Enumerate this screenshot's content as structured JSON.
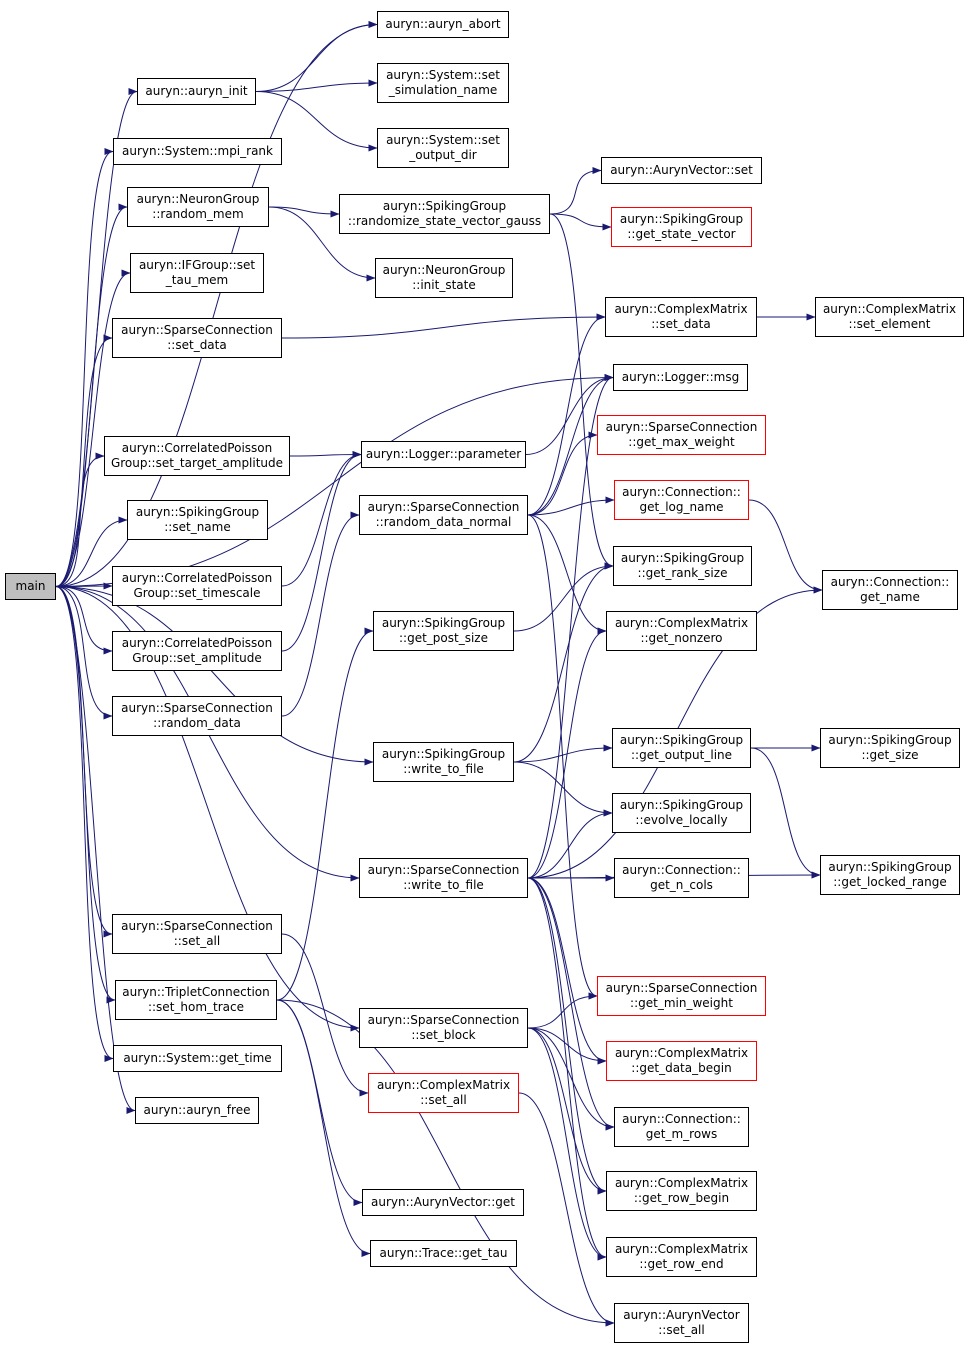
{
  "colors": {
    "edge": "#191970",
    "border": "#000000",
    "external_border": "#ff0000",
    "root_fill": "#bfbfbf"
  },
  "nodes": [
    {
      "id": "main",
      "lines": [
        "main"
      ],
      "style": "root"
    },
    {
      "id": "auryn_abort",
      "lines": [
        "auryn::auryn_abort"
      ]
    },
    {
      "id": "auryn_init",
      "lines": [
        "auryn::auryn_init"
      ]
    },
    {
      "id": "sys_set_sim_name",
      "lines": [
        "auryn::System::set",
        "_simulation_name"
      ]
    },
    {
      "id": "sys_set_output_dir",
      "lines": [
        "auryn::System::set",
        "_output_dir"
      ]
    },
    {
      "id": "sys_mpi_rank",
      "lines": [
        "auryn::System::mpi_rank"
      ]
    },
    {
      "id": "ng_random_mem",
      "lines": [
        "auryn::NeuronGroup",
        "::random_mem"
      ]
    },
    {
      "id": "sg_randomize_state",
      "lines": [
        "auryn::SpikingGroup",
        "::randomize_state_vector_gauss"
      ]
    },
    {
      "id": "av_set",
      "lines": [
        "auryn::AurynVector::set"
      ]
    },
    {
      "id": "sg_get_state_vector",
      "lines": [
        "auryn::SpikingGroup",
        "::get_state_vector"
      ],
      "style": "red"
    },
    {
      "id": "ng_init_state",
      "lines": [
        "auryn::NeuronGroup",
        "::init_state"
      ]
    },
    {
      "id": "if_set_tau_mem",
      "lines": [
        "auryn::IFGroup::set",
        "_tau_mem"
      ]
    },
    {
      "id": "sc_set_data",
      "lines": [
        "auryn::SparseConnection",
        "::set_data"
      ]
    },
    {
      "id": "cm_set_data",
      "lines": [
        "auryn::ComplexMatrix",
        "::set_data"
      ]
    },
    {
      "id": "cm_set_element",
      "lines": [
        "auryn::ComplexMatrix",
        "::set_element"
      ]
    },
    {
      "id": "logger_msg",
      "lines": [
        "auryn::Logger::msg"
      ]
    },
    {
      "id": "cpg_set_target_amp",
      "lines": [
        "auryn::CorrelatedPoisson",
        "Group::set_target_amplitude"
      ]
    },
    {
      "id": "logger_parameter",
      "lines": [
        "auryn::Logger::parameter"
      ]
    },
    {
      "id": "sc_get_max_weight",
      "lines": [
        "auryn::SparseConnection",
        "::get_max_weight"
      ],
      "style": "red"
    },
    {
      "id": "sg_set_name",
      "lines": [
        "auryn::SpikingGroup",
        "::set_name"
      ]
    },
    {
      "id": "sc_random_data_normal",
      "lines": [
        "auryn::SparseConnection",
        "::random_data_normal"
      ]
    },
    {
      "id": "conn_get_log_name",
      "lines": [
        "auryn::Connection::",
        "get_log_name"
      ],
      "style": "red"
    },
    {
      "id": "cpg_set_timescale",
      "lines": [
        "auryn::CorrelatedPoisson",
        "Group::set_timescale"
      ]
    },
    {
      "id": "sg_get_rank_size",
      "lines": [
        "auryn::SpikingGroup",
        "::get_rank_size"
      ]
    },
    {
      "id": "conn_get_name",
      "lines": [
        "auryn::Connection::",
        "get_name"
      ]
    },
    {
      "id": "sg_get_post_size",
      "lines": [
        "auryn::SpikingGroup",
        "::get_post_size"
      ]
    },
    {
      "id": "cm_get_nonzero",
      "lines": [
        "auryn::ComplexMatrix",
        "::get_nonzero"
      ]
    },
    {
      "id": "cpg_set_amplitude",
      "lines": [
        "auryn::CorrelatedPoisson",
        "Group::set_amplitude"
      ]
    },
    {
      "id": "sc_random_data",
      "lines": [
        "auryn::SparseConnection",
        "::random_data"
      ]
    },
    {
      "id": "sg_get_output_line",
      "lines": [
        "auryn::SpikingGroup",
        "::get_output_line"
      ]
    },
    {
      "id": "sg_get_size",
      "lines": [
        "auryn::SpikingGroup",
        "::get_size"
      ]
    },
    {
      "id": "sg_write_to_file",
      "lines": [
        "auryn::SpikingGroup",
        "::write_to_file"
      ]
    },
    {
      "id": "sg_evolve_locally",
      "lines": [
        "auryn::SpikingGroup",
        "::evolve_locally"
      ]
    },
    {
      "id": "sc_write_to_file",
      "lines": [
        "auryn::SparseConnection",
        "::write_to_file"
      ]
    },
    {
      "id": "conn_get_n_cols",
      "lines": [
        "auryn::Connection::",
        "get_n_cols"
      ]
    },
    {
      "id": "sg_get_locked_range",
      "lines": [
        "auryn::SpikingGroup",
        "::get_locked_range"
      ]
    },
    {
      "id": "sc_set_all",
      "lines": [
        "auryn::SparseConnection",
        "::set_all"
      ]
    },
    {
      "id": "tc_set_hom_trace",
      "lines": [
        "auryn::TripletConnection",
        "::set_hom_trace"
      ]
    },
    {
      "id": "sc_get_min_weight",
      "lines": [
        "auryn::SparseConnection",
        "::get_min_weight"
      ],
      "style": "red"
    },
    {
      "id": "sc_set_block",
      "lines": [
        "auryn::SparseConnection",
        "::set_block"
      ]
    },
    {
      "id": "cm_get_data_begin",
      "lines": [
        "auryn::ComplexMatrix",
        "::get_data_begin"
      ],
      "style": "red"
    },
    {
      "id": "sys_get_time",
      "lines": [
        "auryn::System::get_time"
      ]
    },
    {
      "id": "cm_set_all",
      "lines": [
        "auryn::ComplexMatrix",
        "::set_all"
      ],
      "style": "red"
    },
    {
      "id": "auryn_free",
      "lines": [
        "auryn::auryn_free"
      ]
    },
    {
      "id": "conn_get_m_rows",
      "lines": [
        "auryn::Connection::",
        "get_m_rows"
      ]
    },
    {
      "id": "cm_get_row_begin",
      "lines": [
        "auryn::ComplexMatrix",
        "::get_row_begin"
      ]
    },
    {
      "id": "av_get",
      "lines": [
        "auryn::AurynVector::get"
      ]
    },
    {
      "id": "cm_get_row_end",
      "lines": [
        "auryn::ComplexMatrix",
        "::get_row_end"
      ]
    },
    {
      "id": "trace_get_tau",
      "lines": [
        "auryn::Trace::get_tau"
      ]
    },
    {
      "id": "av_set_all",
      "lines": [
        "auryn::AurynVector",
        "::set_all"
      ]
    }
  ],
  "edges": [
    [
      "main",
      "auryn_abort"
    ],
    [
      "main",
      "auryn_init"
    ],
    [
      "main",
      "sys_mpi_rank"
    ],
    [
      "main",
      "ng_random_mem"
    ],
    [
      "main",
      "if_set_tau_mem"
    ],
    [
      "main",
      "sc_set_data"
    ],
    [
      "main",
      "logger_msg"
    ],
    [
      "main",
      "cpg_set_target_amp"
    ],
    [
      "main",
      "sg_set_name"
    ],
    [
      "main",
      "cpg_set_timescale"
    ],
    [
      "main",
      "cpg_set_amplitude"
    ],
    [
      "main",
      "sc_random_data"
    ],
    [
      "main",
      "sg_write_to_file"
    ],
    [
      "main",
      "sc_write_to_file"
    ],
    [
      "main",
      "sc_set_all"
    ],
    [
      "main",
      "tc_set_hom_trace"
    ],
    [
      "main",
      "sc_set_block"
    ],
    [
      "main",
      "sys_get_time"
    ],
    [
      "main",
      "auryn_free"
    ],
    [
      "auryn_init",
      "auryn_abort"
    ],
    [
      "auryn_init",
      "sys_set_sim_name"
    ],
    [
      "auryn_init",
      "sys_set_output_dir"
    ],
    [
      "ng_random_mem",
      "sg_randomize_state"
    ],
    [
      "ng_random_mem",
      "ng_init_state"
    ],
    [
      "sg_randomize_state",
      "av_set"
    ],
    [
      "sg_randomize_state",
      "sg_get_state_vector"
    ],
    [
      "sg_randomize_state",
      "sg_get_rank_size"
    ],
    [
      "sc_set_data",
      "cm_set_data"
    ],
    [
      "cm_set_data",
      "cm_set_element"
    ],
    [
      "cpg_set_target_amp",
      "logger_parameter"
    ],
    [
      "logger_parameter",
      "logger_msg"
    ],
    [
      "cpg_set_timescale",
      "logger_parameter"
    ],
    [
      "cpg_set_amplitude",
      "logger_parameter"
    ],
    [
      "sc_random_data",
      "sc_random_data_normal"
    ],
    [
      "sc_random_data_normal",
      "logger_msg"
    ],
    [
      "sc_random_data_normal",
      "sc_get_max_weight"
    ],
    [
      "sc_random_data_normal",
      "conn_get_log_name"
    ],
    [
      "sc_random_data_normal",
      "cm_set_data"
    ],
    [
      "sc_random_data_normal",
      "cm_get_nonzero"
    ],
    [
      "sc_random_data_normal",
      "sc_get_min_weight"
    ],
    [
      "conn_get_log_name",
      "conn_get_name"
    ],
    [
      "sg_write_to_file",
      "sg_get_rank_size"
    ],
    [
      "sg_write_to_file",
      "sg_get_output_line"
    ],
    [
      "sg_write_to_file",
      "sg_evolve_locally"
    ],
    [
      "sg_get_post_size",
      "sg_get_rank_size"
    ],
    [
      "sg_get_output_line",
      "sg_get_size"
    ],
    [
      "sg_get_output_line",
      "sg_get_locked_range"
    ],
    [
      "sc_write_to_file",
      "sg_evolve_locally"
    ],
    [
      "sc_write_to_file",
      "conn_get_n_cols"
    ],
    [
      "sc_write_to_file",
      "sg_get_locked_range"
    ],
    [
      "sc_write_to_file",
      "cm_get_nonzero"
    ],
    [
      "sc_write_to_file",
      "conn_get_name"
    ],
    [
      "sc_write_to_file",
      "logger_msg"
    ],
    [
      "sc_write_to_file",
      "cm_get_data_begin"
    ],
    [
      "sc_write_to_file",
      "conn_get_m_rows"
    ],
    [
      "sc_write_to_file",
      "cm_get_row_begin"
    ],
    [
      "sc_write_to_file",
      "cm_get_row_end"
    ],
    [
      "sc_set_all",
      "cm_set_all"
    ],
    [
      "cm_set_all",
      "av_set_all"
    ],
    [
      "tc_set_hom_trace",
      "sg_get_post_size"
    ],
    [
      "tc_set_hom_trace",
      "av_get"
    ],
    [
      "tc_set_hom_trace",
      "trace_get_tau"
    ],
    [
      "tc_set_hom_trace",
      "av_set_all"
    ],
    [
      "sc_set_block",
      "sc_get_min_weight"
    ],
    [
      "sc_set_block",
      "cm_get_data_begin"
    ],
    [
      "sc_set_block",
      "conn_get_m_rows"
    ],
    [
      "sc_set_block",
      "cm_get_row_begin"
    ],
    [
      "sc_set_block",
      "cm_get_row_end"
    ]
  ]
}
